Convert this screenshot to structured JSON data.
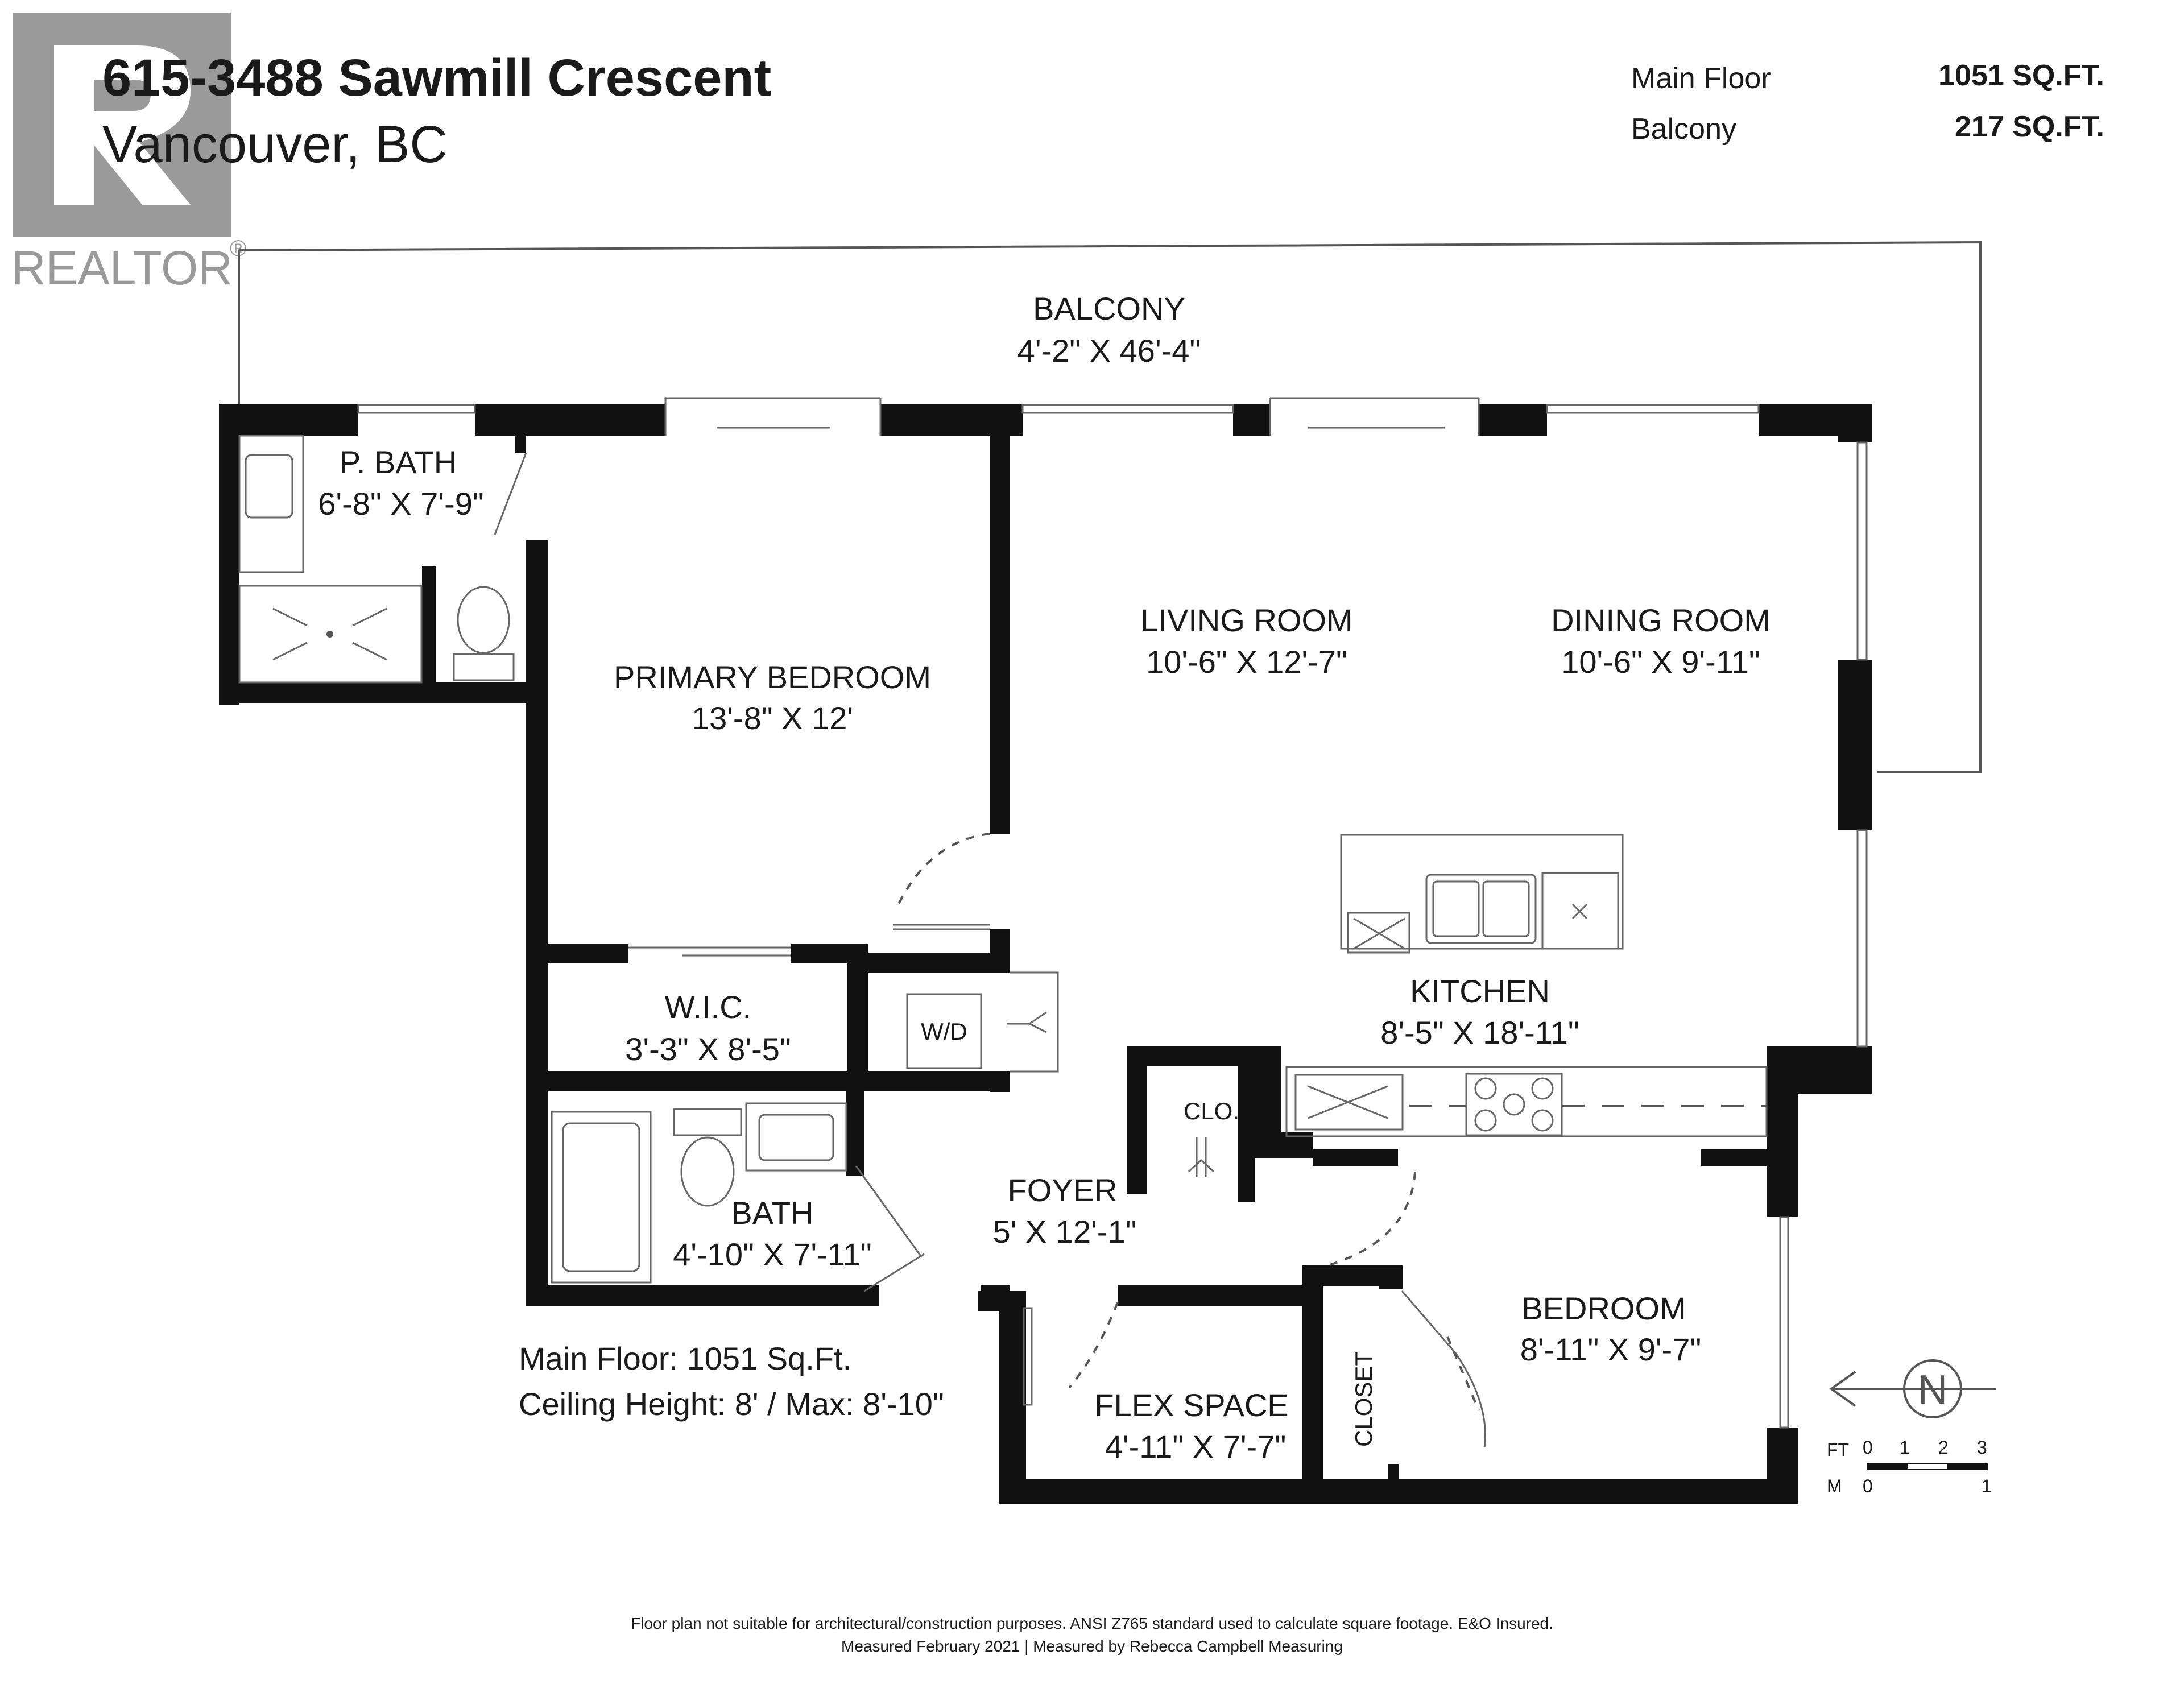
{
  "header": {
    "address_line1": "615-3488 Sawmill Crescent",
    "address_line2": "Vancouver, BC"
  },
  "areas": [
    {
      "label": "Main Floor",
      "value": "1051 SQ.FT."
    },
    {
      "label": "Balcony",
      "value": "217 SQ.FT."
    }
  ],
  "logo": {
    "text": "REALTOR",
    "mark": "®"
  },
  "rooms": {
    "balcony": {
      "name": "BALCONY",
      "dims": "4'-2\"  X  46'-4\""
    },
    "pbath": {
      "name": "P. BATH",
      "dims": "6'-8\" X 7'-9\""
    },
    "primary_bedroom": {
      "name": "PRIMARY BEDROOM",
      "dims": "13'-8\" X 12'"
    },
    "living_room": {
      "name": "LIVING ROOM",
      "dims": "10'-6\" X 12'-7\""
    },
    "dining_room": {
      "name": "DINING ROOM",
      "dims": "10'-6\" X 9'-11\""
    },
    "kitchen": {
      "name": "KITCHEN",
      "dims": "8'-5\"  X  18'-11\""
    },
    "wic": {
      "name": "W.I.C.",
      "dims": "3'-3\" X 8'-5\""
    },
    "wd": {
      "name": "W/D"
    },
    "clo": {
      "name": "CLO."
    },
    "bath": {
      "name": "BATH",
      "dims": "4'-10\" X 7'-11\""
    },
    "foyer": {
      "name": "FOYER",
      "dims": "5' X 12'-1\""
    },
    "bedroom": {
      "name": "BEDROOM",
      "dims": "8'-11\" X 9'-7\""
    },
    "flex_space": {
      "name": "FLEX SPACE",
      "dims": "4'-11\" X 7'-7\""
    },
    "closet": {
      "name": "CLOSET"
    }
  },
  "notes": {
    "main_floor": "Main Floor: 1051 Sq.Ft.",
    "ceiling": "Ceiling Height: 8' / Max: 8'-10\""
  },
  "compass": {
    "label": "N"
  },
  "scale_bar": {
    "ft_label": "FT",
    "ft_ticks": [
      "0",
      "1",
      "2",
      "3"
    ],
    "m_label": "M",
    "m_ticks": [
      "0",
      "1"
    ]
  },
  "footer": {
    "line1": "Floor plan not suitable for architectural/construction purposes. ANSI Z765 standard used to calculate square footage. E&O Insured.",
    "line2": "Measured February 2021 | Measured by Rebecca Campbell Measuring"
  }
}
